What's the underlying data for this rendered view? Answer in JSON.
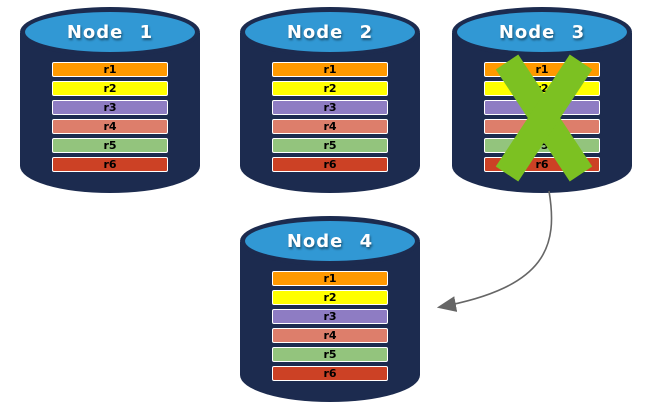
{
  "diagram": {
    "colors": {
      "navy": "#1C2B4F",
      "topblue": "#3198D4",
      "x_green": "#7CC122",
      "arrow_gray": "#666666",
      "row_border": "#FFFFFF",
      "row_text": "#000000",
      "title_text": "#FFFFFF"
    },
    "nodes": [
      {
        "id": "node-1",
        "label": "Node 1",
        "failed": false
      },
      {
        "id": "node-2",
        "label": "Node 2",
        "failed": false
      },
      {
        "id": "node-3",
        "label": "Node 3",
        "failed": true
      },
      {
        "id": "node-4",
        "label": "Node 4",
        "failed": false
      }
    ],
    "rows": [
      {
        "id": "r1",
        "color": "#FF9900"
      },
      {
        "id": "r2",
        "color": "#FFFF00"
      },
      {
        "id": "r3",
        "color": "#8E7CC3"
      },
      {
        "id": "r4",
        "color": "#DD7E6B"
      },
      {
        "id": "r5",
        "color": "#93C47D"
      },
      {
        "id": "r6",
        "color": "#CC4125"
      }
    ],
    "arrow": {
      "from": "node-3",
      "to": "node-4"
    }
  }
}
